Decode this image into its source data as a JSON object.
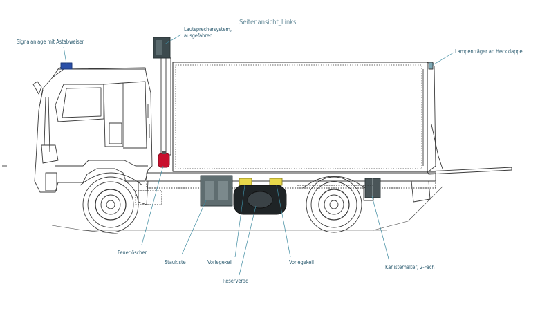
{
  "diagram": {
    "title": "Seitenansicht_Links",
    "labels": {
      "signal": "Signalanlage mit Astabweiser",
      "speaker_line1": "Lautsprechersystem,",
      "speaker_line2": "ausgefahren",
      "lamp": "Lampenträger an Heckklappe",
      "extinguisher": "Feuerlöscher",
      "storage": "Staukiste",
      "chock_left": "Vorlegekeil",
      "spare": "Reserverad",
      "chock_right": "Vorlegekeil",
      "canister": "Kanisterhalter, 2-Fach"
    },
    "colors": {
      "leader": "#3d8aa0",
      "label": "#2f5e72",
      "line": "#3a3a3a",
      "beacon": "#2a4fa8",
      "extinguisher": "#c8102e",
      "chock": "#e8d84a",
      "speaker": "#3c4a4e"
    }
  }
}
